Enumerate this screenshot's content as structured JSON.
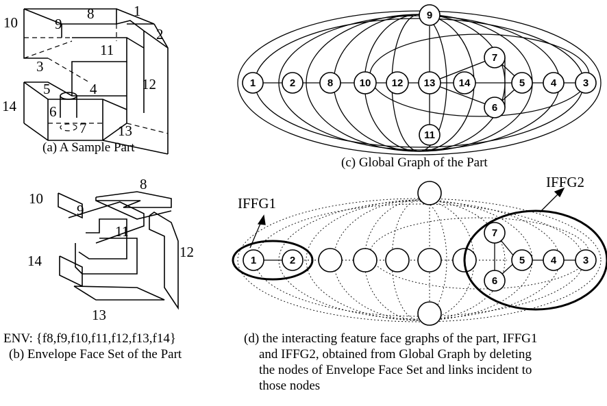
{
  "panel_a": {
    "caption": "(a) A Sample Part",
    "labels": [
      "10",
      "9",
      "8",
      "1",
      "2",
      "11",
      "3",
      "4",
      "5",
      "12",
      "14",
      "6",
      "7",
      "13"
    ]
  },
  "panel_b": {
    "labels": [
      "8",
      "10",
      "9",
      "11",
      "12",
      "14",
      "13"
    ],
    "env_text": "ENV: {f8,f9,f10,f11,f12,f13,f14}",
    "caption": "(b) Envelope Face Set of the Part"
  },
  "panel_c": {
    "caption": "(c) Global Graph of the Part",
    "nodes": [
      "9",
      "1",
      "2",
      "8",
      "10",
      "12",
      "13",
      "14",
      "7",
      "5",
      "4",
      "3",
      "6",
      "11"
    ]
  },
  "panel_d": {
    "iffg1_label": "IFFG1",
    "iffg2_label": "IFFG2",
    "nodes": [
      "1",
      "2",
      "7",
      "5",
      "4",
      "3",
      "6"
    ],
    "caption_lines": [
      "(d) the interacting feature face graphs of the part, IFFG1",
      "and IFFG2, obtained from Global Graph by deleting",
      "the nodes of Envelope Face Set and links incident to",
      "those nodes"
    ]
  }
}
